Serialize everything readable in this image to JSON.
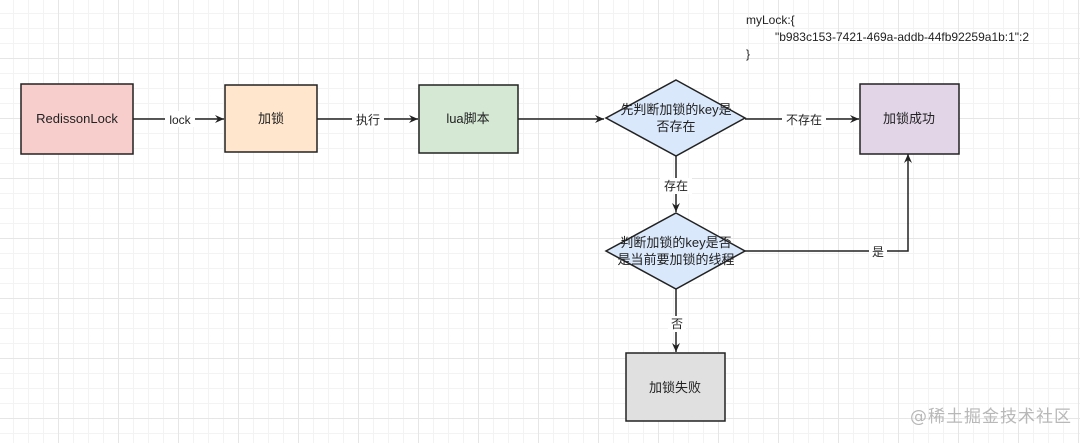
{
  "nodes": {
    "redisson_lock": "RedissonLock",
    "lock": "加锁",
    "lua_script": "lua脚本",
    "check_key_exists": [
      "先判断加锁的key是",
      "否存在"
    ],
    "check_thread": [
      "判断加锁的key是否",
      "是当前要加锁的线程"
    ],
    "lock_success": "加锁成功",
    "lock_fail": "加锁失败"
  },
  "edges": {
    "lock": "lock",
    "execute": "执行",
    "not_exists": "不存在",
    "exists": "存在",
    "yes": "是",
    "no": "否"
  },
  "note": {
    "line1": "myLock:{",
    "line2": "\"b983c153-7421-469a-addb-44fb92259a1b:1\":2",
    "line3": "}"
  },
  "watermark": "@稀土掘金技术社区",
  "colors": {
    "pink": "#f8cecc",
    "orange": "#ffe6cc",
    "green": "#d5e8d4",
    "blue": "#dae8fc",
    "purple": "#e1d5e7",
    "gray": "#e0e0e0",
    "stroke": "#222222"
  }
}
